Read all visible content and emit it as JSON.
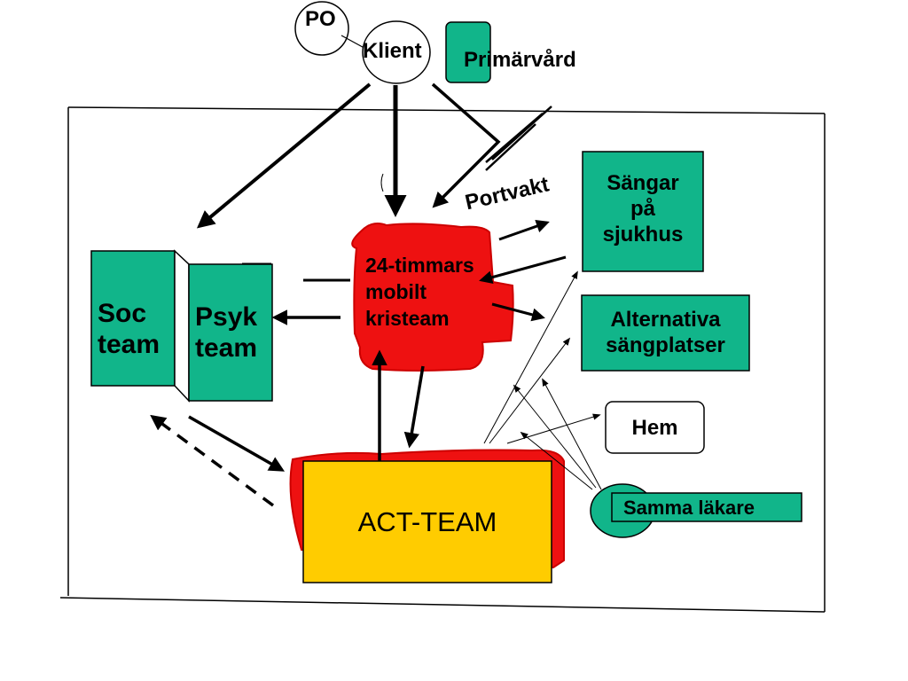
{
  "nodes": {
    "po": "PO",
    "klient": "Klient",
    "primarvard": "Primärvård",
    "portvakt": "Portvakt",
    "sangar": [
      "Sängar",
      "på",
      "sjukhus"
    ],
    "alternativa": [
      "Alternativa",
      "sängplatser"
    ],
    "hem": "Hem",
    "samma_lakare": "Samma läkare",
    "soc_team": [
      "Soc",
      "team"
    ],
    "psyk_team": [
      "Psyk",
      "team"
    ],
    "kristeam": [
      "24-timmars",
      "mobilt",
      "kristeam"
    ],
    "act_team": "ACT-TEAM"
  },
  "colors": {
    "teal": "#11b58a",
    "red": "#ee1111",
    "yellow": "#ffcc00",
    "stroke": "#000000",
    "white": "#ffffff"
  }
}
